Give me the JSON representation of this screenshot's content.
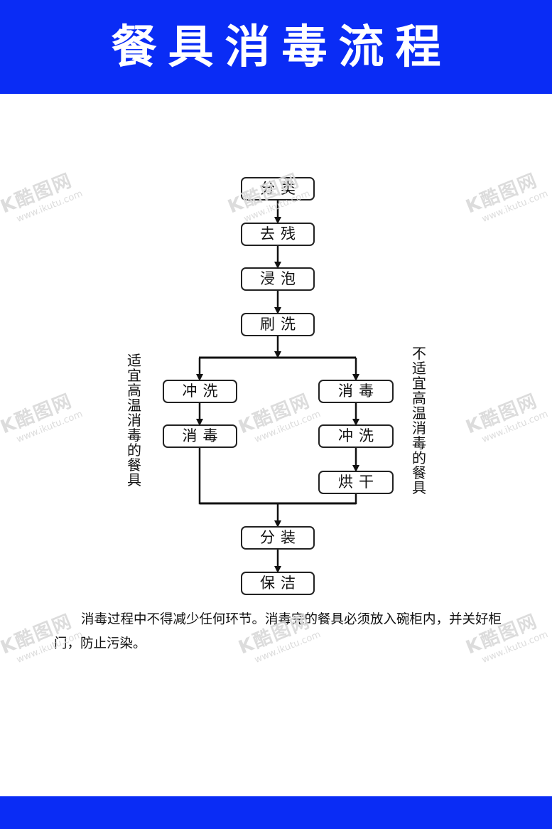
{
  "header": {
    "title": "餐具消毒流程"
  },
  "flow": {
    "main_steps": [
      "分类",
      "去残",
      "浸泡",
      "刷洗"
    ],
    "left_branch": {
      "label": "适宜高温消毒的餐具",
      "steps": [
        "冲洗",
        "消毒"
      ]
    },
    "right_branch": {
      "label": "不适宜高温消毒的餐具",
      "steps": [
        "消毒",
        "冲洗",
        "烘干"
      ]
    },
    "final_steps": [
      "分装",
      "保洁"
    ]
  },
  "note": "消毒过程中不得减少任何环节。消毒完的餐具必须放入碗柜内，并关好柜门，防止污染。",
  "watermark": {
    "logo": "K酷图网",
    "url": "www.ikutu.com"
  },
  "colors": {
    "header_bg": "#0a2cf5",
    "header_text": "#ffffff",
    "line": "#111111"
  }
}
